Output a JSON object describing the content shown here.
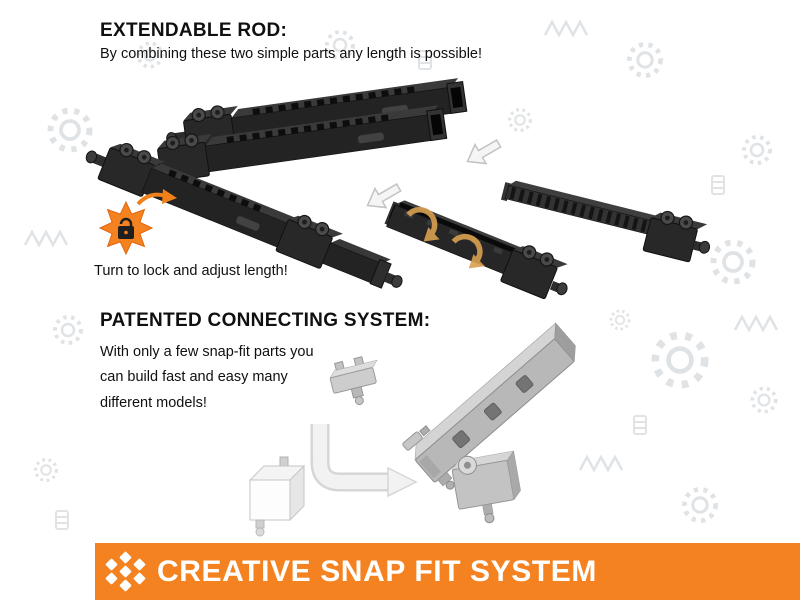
{
  "sections": {
    "extendable_rod": {
      "title": "EXTENDABLE ROD:",
      "subtitle": "By combining these two simple parts any length is possible!",
      "caption": "Turn to lock and adjust length!"
    },
    "connecting_system": {
      "title": "PATENTED CONNECTING SYSTEM:",
      "lines": [
        "With only a few snap-fit parts you",
        "can build fast and easy many",
        "different models!"
      ]
    }
  },
  "banner": {
    "text": "CREATIVE SNAP FIT SYSTEM",
    "background_color": "#F58220",
    "text_color": "#FFFFFF"
  },
  "colors": {
    "accent_orange": "#F58220",
    "rotation_arrow_tan": "#D9A050",
    "part_dark": "#262626",
    "part_gray": "#C3C3C3",
    "background": "#FFFFFF"
  },
  "icons": {
    "padlock": "🔒",
    "banner_dots": "◆◆◆",
    "slide_arrow": "⬅",
    "rotation_arrow": "↻",
    "lock_burst": "orange-starburst"
  }
}
